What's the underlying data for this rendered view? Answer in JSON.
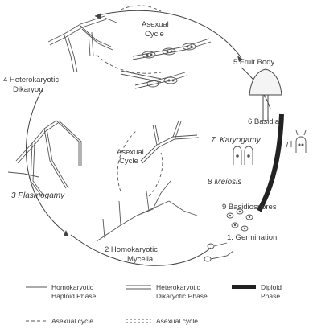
{
  "stages": {
    "asexual_top_1": "Asexual",
    "asexual_top_2": "Cycle",
    "heterokaryotic_1": "4 Heterokaryotic",
    "heterokaryotic_2": "Dikaryon",
    "fruit_body": "5 Fruit Body",
    "basidia": "6 Basidia",
    "asexual_mid_1": "Asexual",
    "asexual_mid_2": "Cycle",
    "karyogamy": "7. Karyogamy",
    "plasmogamy": "3 Plasmogamy",
    "meiosis": "8 Meiosis",
    "basidiospores": "9 Basidiospores",
    "germination": "1. Germination",
    "homokaryotic_1": "2  Homokaryotic",
    "homokaryotic_2": "Mycelia"
  },
  "legend": {
    "homo_1": "Homokaryotic",
    "homo_2": "Haploid Phase",
    "hetero_1": "Heterokaryotic",
    "hetero_2": "Dikaryotic Phase",
    "diploid_1": "Diploid",
    "diploid_2": "Phase",
    "asexual_a": "Asexual cycle",
    "asexual_b": "Asexual cycle"
  },
  "colors": {
    "ink": "#3a3a3a",
    "diploid_bar": "#222222",
    "background": "#ffffff"
  }
}
